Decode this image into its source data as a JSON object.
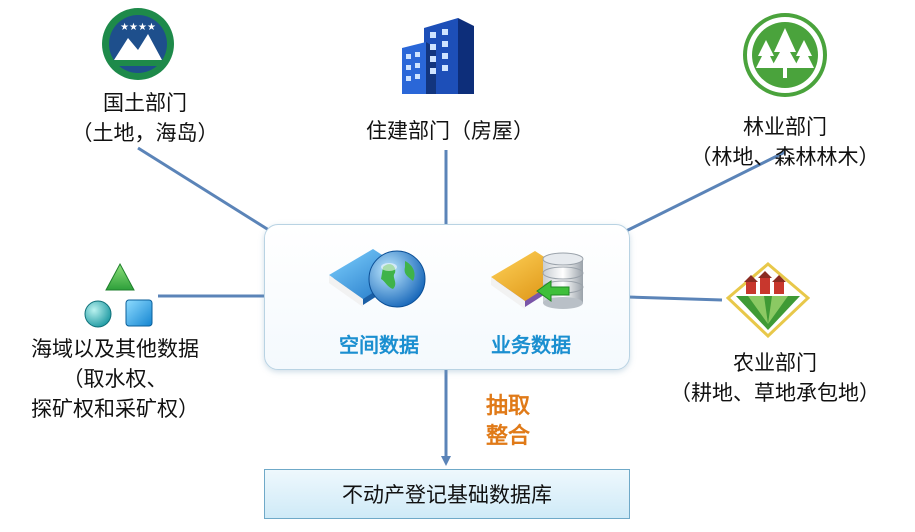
{
  "departments": {
    "land": {
      "line1": "国土部门",
      "line2": "（土地，海岛）"
    },
    "housing": {
      "line1": "住建部门（房屋）"
    },
    "forestry": {
      "line1": "林业部门",
      "line2": "（林地、森林林木）"
    },
    "sea": {
      "line1": "海域以及其他数据",
      "line2": "（取水权、",
      "line3": "探矿权和采矿权）"
    },
    "agriculture": {
      "line1": "农业部门",
      "line2": "（耕地、草地承包地）"
    }
  },
  "center": {
    "spatial_label": "空间数据",
    "business_label": "业务数据"
  },
  "process": {
    "line1": "抽取",
    "line2": "整合"
  },
  "target": {
    "label": "不动产登记基础数据库"
  },
  "colors": {
    "connector": "#5b84b8",
    "label_blue": "#1b8fd0",
    "label_orange": "#e07a18",
    "box_border": "#b9d3e3"
  }
}
